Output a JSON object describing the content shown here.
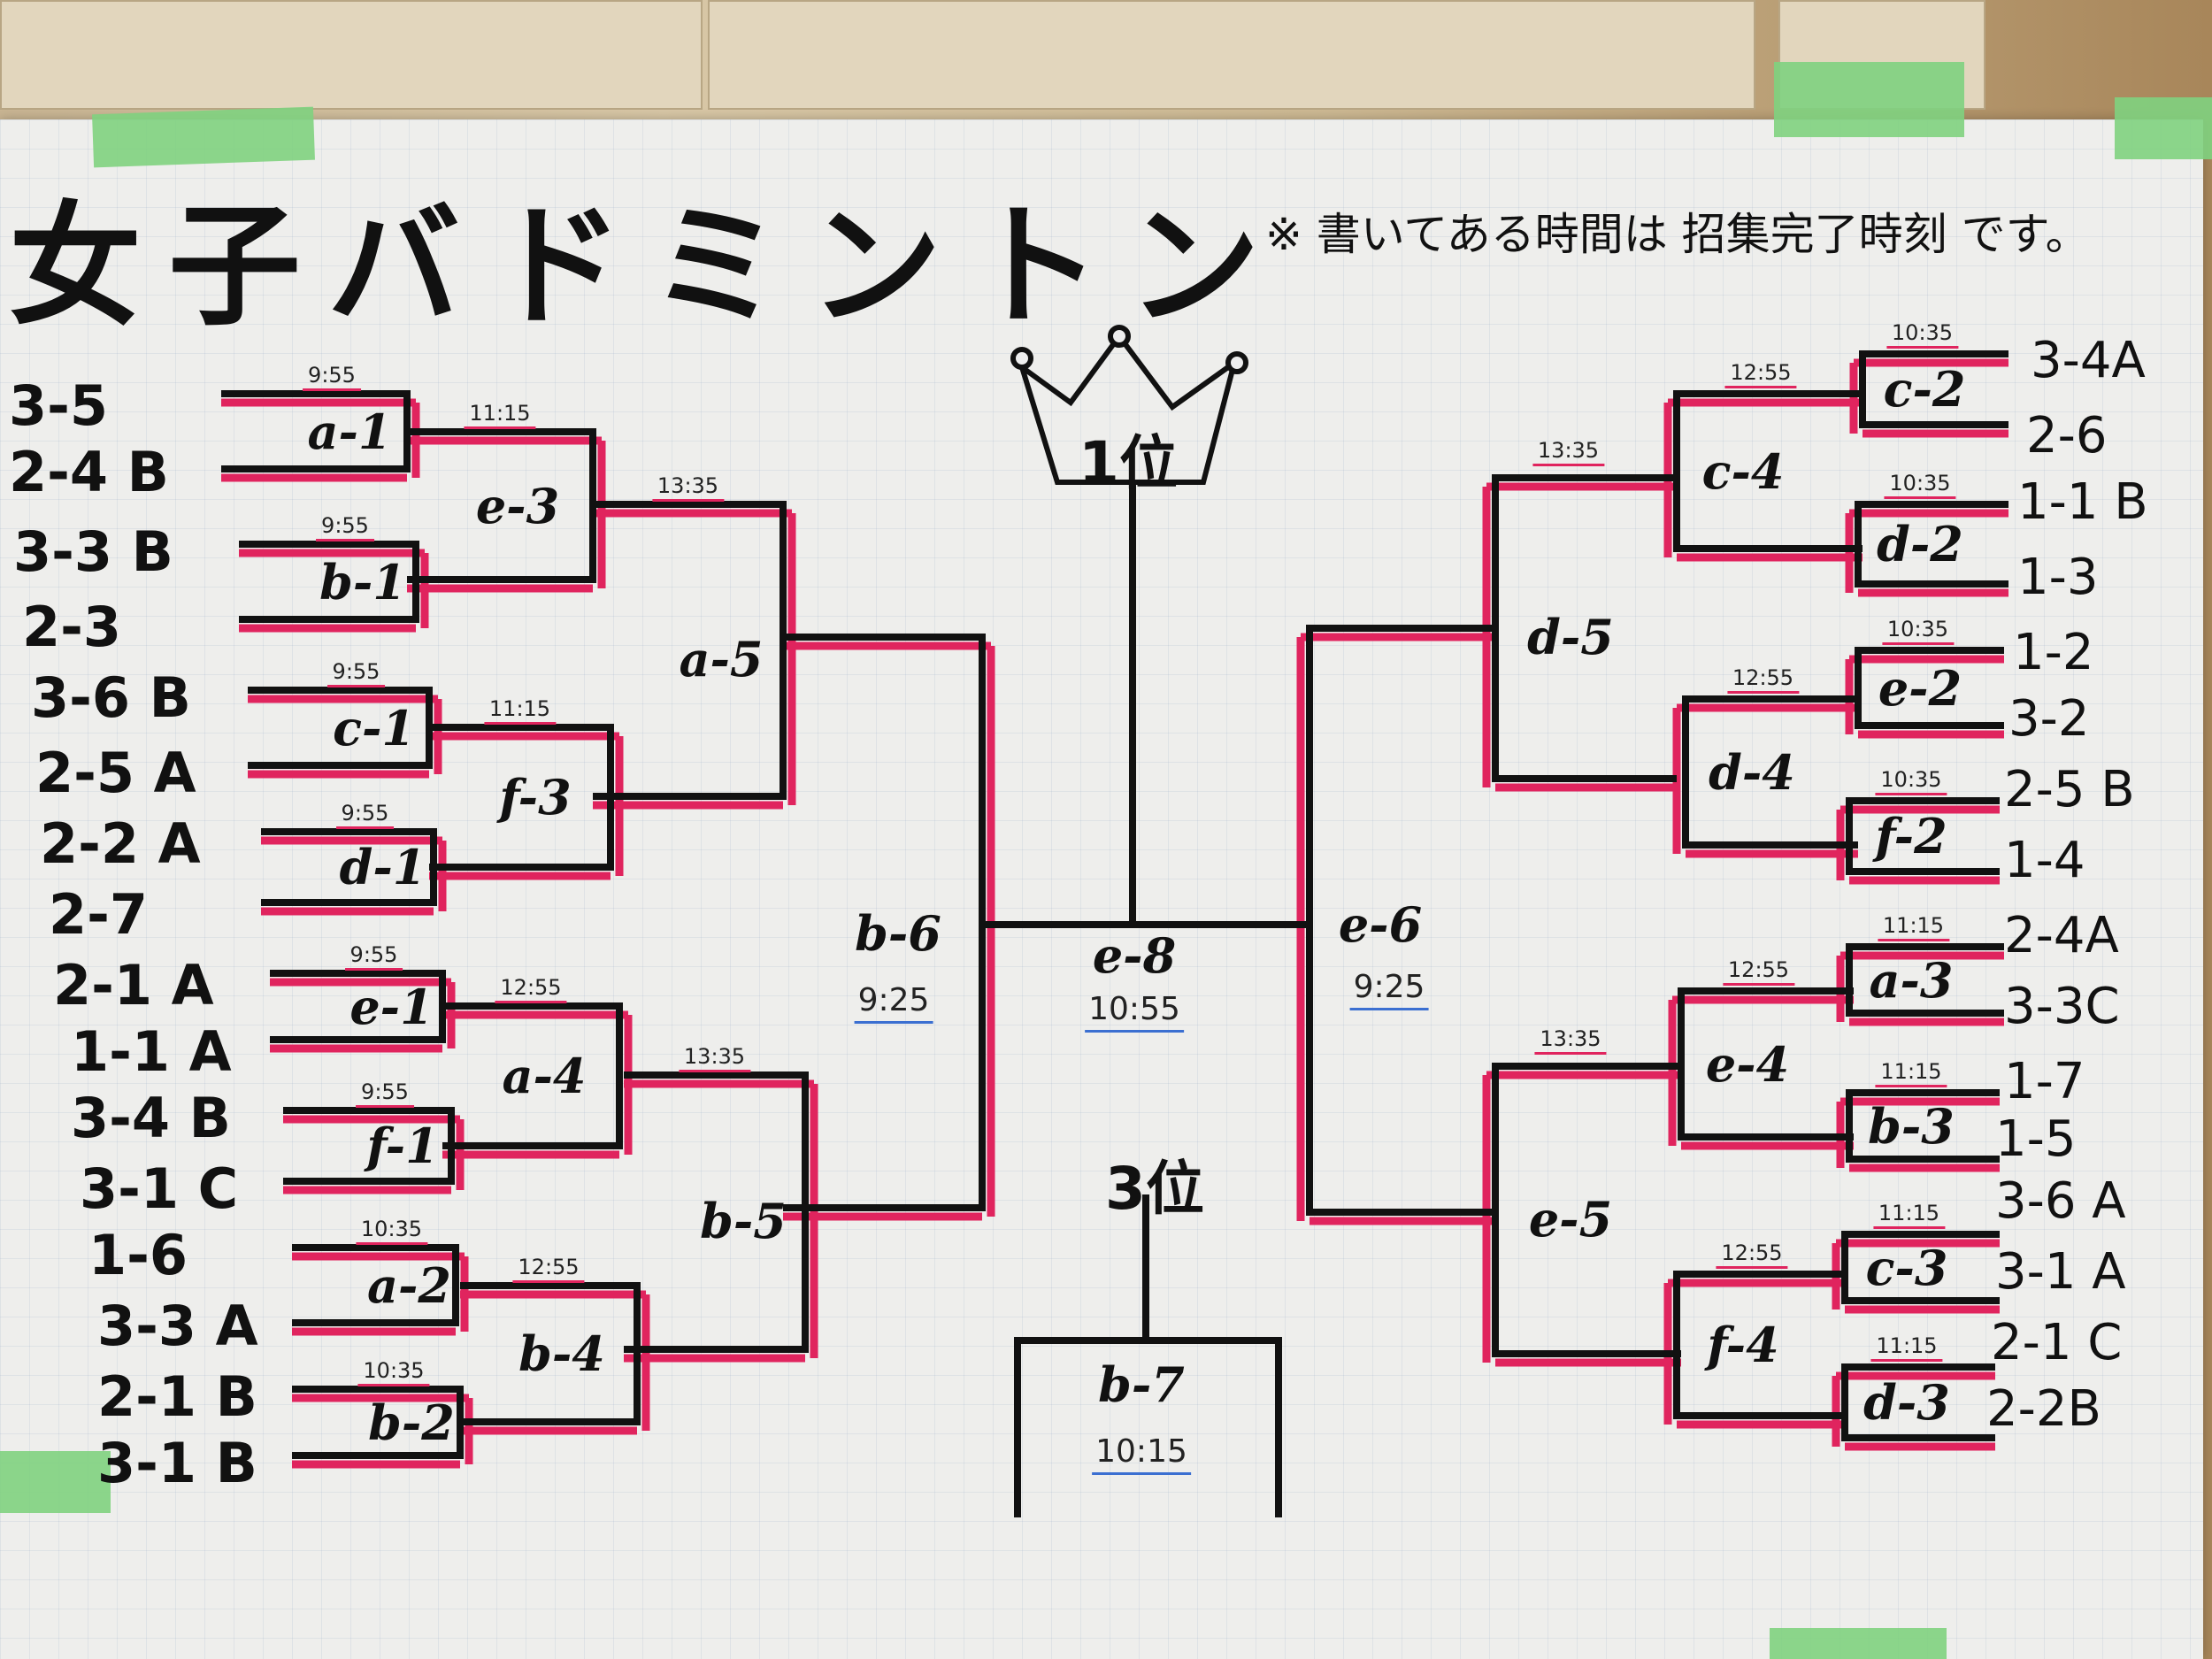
{
  "title": "女子バドミントン",
  "note": "※ 書いてある時間は 招集完了時刻 です。",
  "center": {
    "first_place": "1位",
    "third_place": "3位",
    "final_match": "e-8",
    "final_time": "10:55",
    "third_match": "b-7",
    "third_time": "10:15"
  },
  "left_teams": [
    "3-5",
    "2-4 B",
    "3-3 B",
    "2-3",
    "3-6 B",
    "2-5 A",
    "2-2 A",
    "2-7",
    "2-1 A",
    "1-1 A",
    "3-4 B",
    "3-1 C",
    "1-6",
    "3-3 A",
    "2-1 B",
    "3-1 B"
  ],
  "right_teams": [
    "3-4A",
    "2-6",
    "1-1 B",
    "1-3",
    "1-2",
    "3-2",
    "2-5 B",
    "1-4",
    "2-4A",
    "3-3C",
    "1-7",
    "1-5",
    "3-6 A",
    "3-1 A",
    "2-1 C",
    "2-2B"
  ],
  "matches": {
    "a1": {
      "label": "a-1",
      "time": "9:55"
    },
    "b1": {
      "label": "b-1",
      "time": "9:55"
    },
    "c1": {
      "label": "c-1",
      "time": "9:55"
    },
    "d1": {
      "label": "d-1",
      "time": "9:55"
    },
    "e1": {
      "label": "e-1",
      "time": "9:55"
    },
    "f1": {
      "label": "f-1",
      "time": "9:55"
    },
    "a2": {
      "label": "a-2",
      "time": "10:35"
    },
    "b2": {
      "label": "b-2",
      "time": "10:35"
    },
    "e3": {
      "label": "e-3",
      "time": "11:15"
    },
    "f3": {
      "label": "f-3",
      "time": "11:15"
    },
    "a4": {
      "label": "a-4",
      "time": "12:55"
    },
    "b4": {
      "label": "b-4",
      "time": "12:55"
    },
    "a5": {
      "label": "a-5",
      "time": "13:35"
    },
    "b5": {
      "label": "b-5",
      "time": "13:35"
    },
    "b6": {
      "label": "b-6",
      "time": "9:25"
    },
    "c2": {
      "label": "c-2",
      "time": "10:35"
    },
    "d2": {
      "label": "d-2",
      "time": "10:35"
    },
    "e2": {
      "label": "e-2",
      "time": "10:35"
    },
    "f2": {
      "label": "f-2",
      "time": "10:35"
    },
    "a3": {
      "label": "a-3",
      "time": "11:15"
    },
    "b3": {
      "label": "b-3",
      "time": "11:15"
    },
    "c3": {
      "label": "c-3",
      "time": "11:15"
    },
    "d3": {
      "label": "d-3",
      "time": "11:15"
    },
    "c4": {
      "label": "c-4",
      "time": "12:55"
    },
    "d4": {
      "label": "d-4",
      "time": "12:55"
    },
    "e4": {
      "label": "e-4",
      "time": "12:55"
    },
    "f4": {
      "label": "f-4",
      "time": "12:55"
    },
    "d5": {
      "label": "d-5",
      "time": "13:35"
    },
    "e5": {
      "label": "e-5",
      "time": "13:35"
    },
    "e6": {
      "label": "e-6",
      "time": "9:25"
    }
  },
  "colors": {
    "ink": "#111111",
    "highlight": "#e0245e",
    "underline_blue": "#3b6fd1",
    "tape": "#7fd17f",
    "paper": "#eeeeec"
  }
}
